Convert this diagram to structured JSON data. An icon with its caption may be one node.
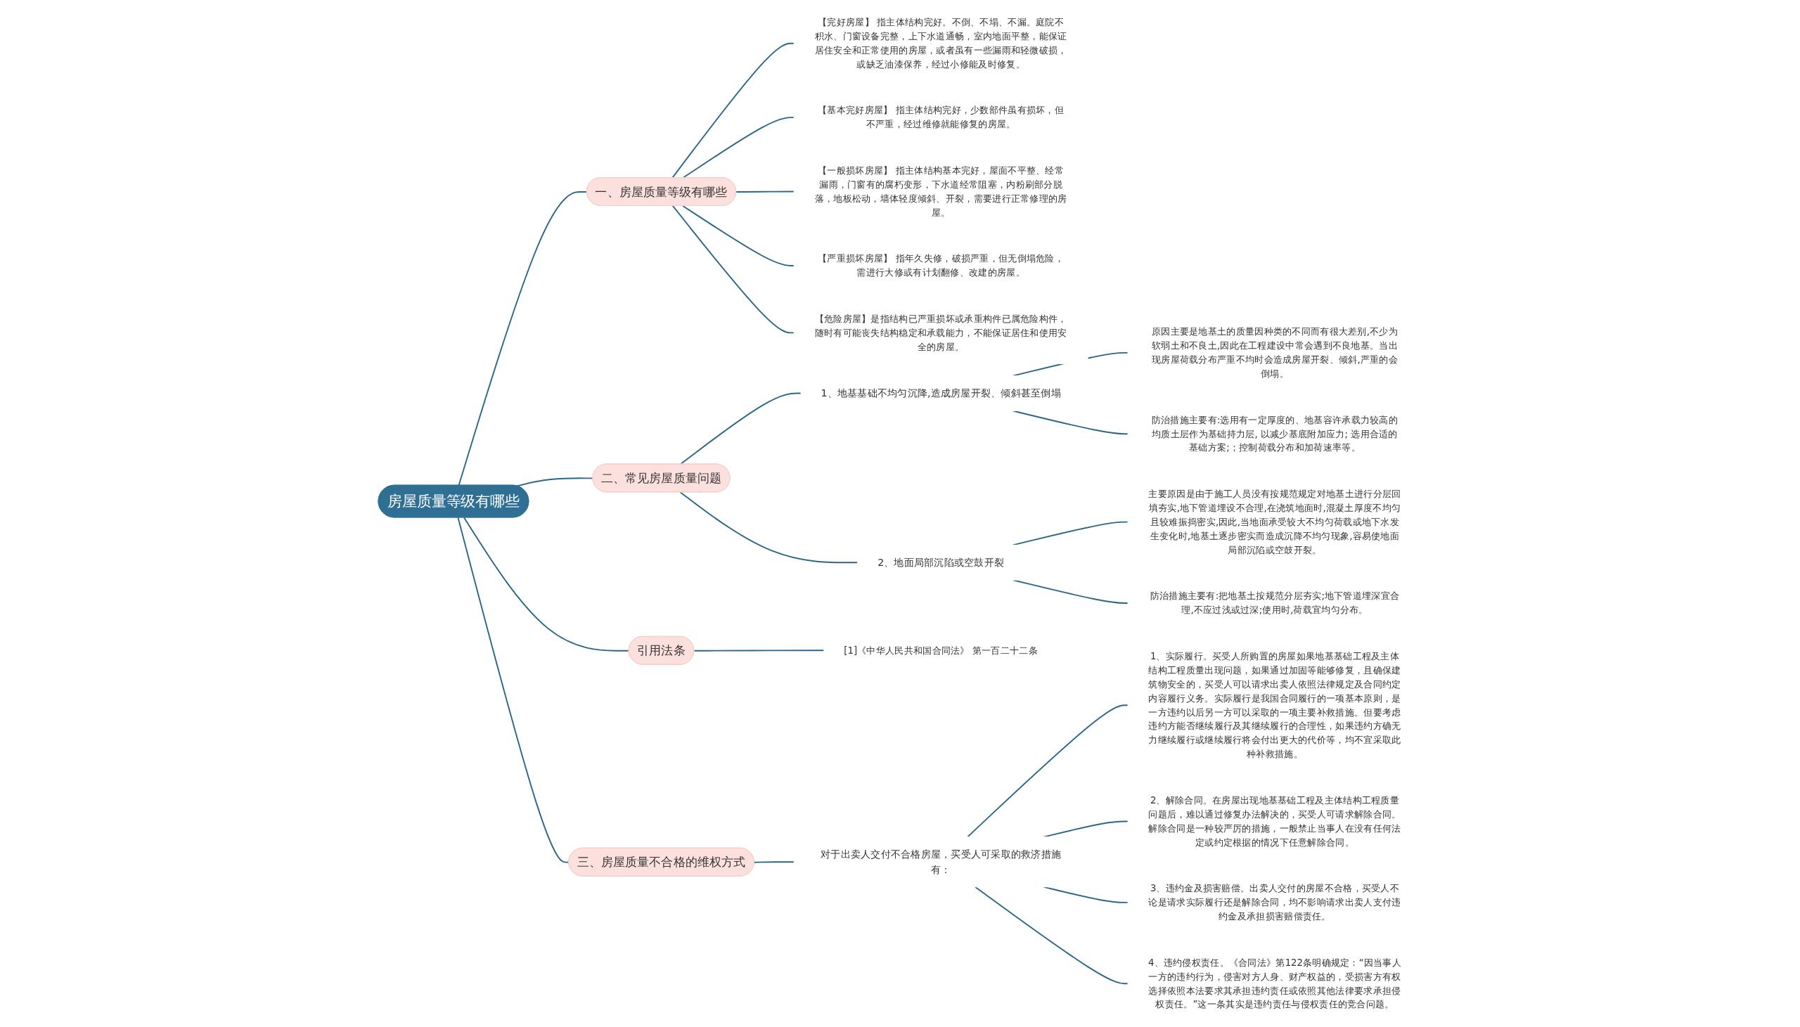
{
  "diagram": {
    "nodes": [
      {
        "text": [
          "房屋质量等级有哪些"
        ]
      },
      {
        "text": [
          "一、房屋质量等级有哪些"
        ]
      },
      {
        "text": [
          "【完好房屋】 指主体结构完好。不倒、不塌、不漏。庭院不积水、门窗设备完整，上下水道通畅，室内地面平整，能保证居住安全和正常使用的房屋，或者虽有一些漏雨和轻微破损，或缺乏油漆保养，经过小修能及时修复。"
        ]
      },
      {
        "text": [
          "【基本完好房屋】 指主体结构完好，少数部件虽有损坏，但不严重，经过维修就能修复的房屋。"
        ]
      },
      {
        "text": [
          "【一般损坏房屋】 指主体结构基本完好，屋面不平整、经常漏雨，门窗有的腐朽变形，下水道经常阻塞，内粉刷部分脱落，地板松动，墙体轻度倾斜、开裂，需要进行正常修理的房屋。"
        ]
      },
      {
        "text": [
          "【严重损坏房屋】 指年久失修，破损严重，但无倒塌危险，需进行大修或有计划翻修、改建的房屋。"
        ]
      },
      {
        "text": [
          "【危险房屋】是指结构已严重损坏或承重构件已属危险构件，随时有可能丧失结构稳定和承载能力，不能保证居住和使用安全的房屋。"
        ]
      },
      {
        "text": [
          "二、常见房屋质量问题"
        ]
      },
      {
        "text": [
          "1、地基基础不均匀沉降,造成房屋开裂、倾斜甚至倒塌"
        ]
      },
      {
        "text": [
          "原因主要是地基土的质量因种类的不同而有很大差别,不少为软弱土和不良土,因此在工程建设中常会遇到不良地基。当出现房屋荷载分布严重不均时会造成房屋开裂、倾斜,严重的会倒塌。"
        ]
      },
      {
        "text": [
          "防治措施主要有:选用有一定厚度的、地基容许承载力较高的均质土层作为基础持力层, 以减少基底附加应力; 选用合适的基础方案;；控制荷载分布和加荷速率等。"
        ]
      },
      {
        "text": [
          "2、地面局部沉陷或空鼓开裂"
        ]
      },
      {
        "text": [
          "主要原因是由于施工人员没有按规范规定对地基土进行分层回填夯实,地下管道埋设不合理,在浇筑地面时,混凝土厚度不均匀且较难振捣密实,因此,当地面承受较大不均匀荷载或地下水发生变化时,地基土逐步密实而造成沉降不均匀现象,容易使地面局部沉陷或空鼓开裂。"
        ]
      },
      {
        "text": [
          "防治措施主要有:把地基土按规范分层夯实;地下管道埋深宜合理,不应过浅或过深;使用时,荷载宜均匀分布。"
        ]
      },
      {
        "text": [
          "引用法条"
        ]
      },
      {
        "text": [
          "[1]《中华人民共和国合同法》 第一百二十二条"
        ]
      },
      {
        "text": [
          "三、房屋质量不合格的维权方式"
        ]
      },
      {
        "text": [
          "对于出卖人交付不合格房屋，买受人可采取的救济措施有："
        ]
      },
      {
        "text": [
          "1、实际履行。买受人所购置的房屋如果地基基础工程及主体结构工程质量出现问题，如果通过加固等能够修复，且确保建筑物安全的，买受人可以请求出卖人依照法律规定及合同约定内容履行义务。实际履行是我国合同履行的一项基本原则，是一方违约以后另一方可以采取的一项主要补救措施。但要考虑违约方能否继续履行及其继续履行的合理性，如果违约方确无力继续履行或继续履行将会付出更大的代价等，均不宜采取此种补救措施。"
        ]
      },
      {
        "text": [
          "2、解除合同。在房屋出现地基基础工程及主体结构工程质量问题后，难以通过修复办法解决的，买受人可请求解除合同。解除合同是一种较严厉的措施，一般禁止当事人在没有任何法定或约定根据的情况下任意解除合同。"
        ]
      },
      {
        "text": [
          "3、违约金及损害赔偿。出卖人交付的房屋不合格，买受人不论是请求实际履行还是解除合同，均不影响请求出卖人支付违约金及承担损害赔偿责任。"
        ]
      },
      {
        "text": [
          "4、违约侵权责任。《合同法》第122条明确规定：“因当事人一方的违约行为，侵害对方人身、财产权益的，受损害方有权选择依照本法要求其承担违约责任或依照其他法律要求承担侵权责任。”这一条其实是违约责任与侵权责任的竞合问题。"
        ]
      }
    ],
    "edges": [
      {
        "from": 0,
        "to": 1,
        "arrow": "none"
      },
      {
        "from": 1,
        "to": 2,
        "arrow": "none"
      },
      {
        "from": 1,
        "to": 3,
        "arrow": "none"
      },
      {
        "from": 1,
        "to": 4,
        "arrow": "none"
      },
      {
        "from": 1,
        "to": 5,
        "arrow": "none"
      },
      {
        "from": 1,
        "to": 6,
        "arrow": "none"
      },
      {
        "from": 0,
        "to": 7,
        "arrow": "none"
      },
      {
        "from": 7,
        "to": 8,
        "arrow": "none"
      },
      {
        "from": 8,
        "to": 9,
        "arrow": "none"
      },
      {
        "from": 8,
        "to": 10,
        "arrow": "none"
      },
      {
        "from": 7,
        "to": 11,
        "arrow": "none"
      },
      {
        "from": 11,
        "to": 12,
        "arrow": "none"
      },
      {
        "from": 11,
        "to": 13,
        "arrow": "none"
      },
      {
        "from": 0,
        "to": 14,
        "arrow": "none"
      },
      {
        "from": 14,
        "to": 15,
        "arrow": "none"
      },
      {
        "from": 0,
        "to": 16,
        "arrow": "none"
      },
      {
        "from": 16,
        "to": 17,
        "arrow": "none"
      },
      {
        "from": 17,
        "to": 18,
        "arrow": "none"
      },
      {
        "from": 17,
        "to": 19,
        "arrow": "none"
      },
      {
        "from": 17,
        "to": 20,
        "arrow": "none"
      },
      {
        "from": 17,
        "to": 21,
        "arrow": "none"
      }
    ]
  }
}
